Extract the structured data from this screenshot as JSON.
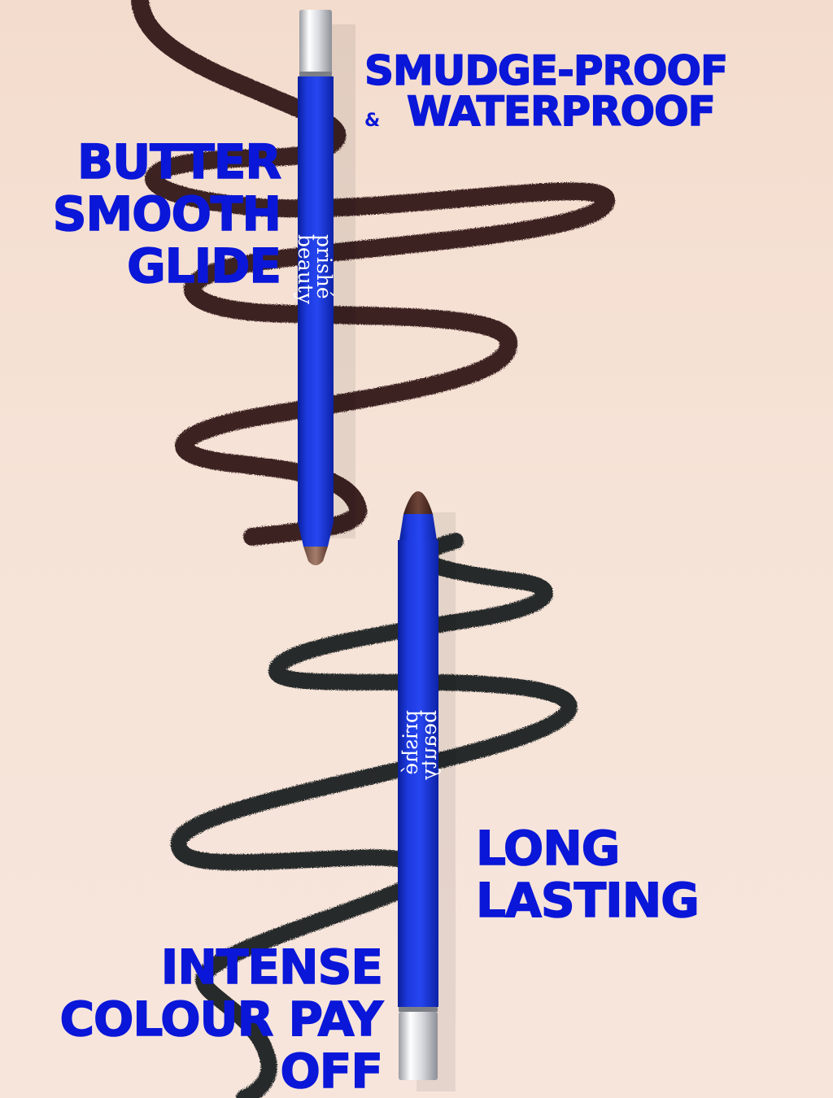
{
  "headlines": {
    "smudge_proof": "SMUDGE-PROOF",
    "ampersand": "&",
    "waterproof": "WATERPROOF",
    "butter": "BUTTER",
    "smooth": "SMOOTH",
    "glide": "GLIDE",
    "long": "LONG",
    "lasting": "LASTING",
    "intense": "INTENSE",
    "colour_pay": "COLOUR PAY",
    "off": "OFF"
  },
  "pencils": [
    {
      "brand_line1": "prishé",
      "brand_line2": "beauty",
      "lead_color": "#5b3a31",
      "swatch_color": "#3d2420"
    },
    {
      "brand_line1": "prishé",
      "brand_line2": "beauty",
      "lead_color": "#4a2a22",
      "swatch_color": "#272a2b"
    }
  ],
  "colors": {
    "headline": "#0a17d8",
    "pencil_body": "#1630cf",
    "background": "#f5e0d4"
  }
}
